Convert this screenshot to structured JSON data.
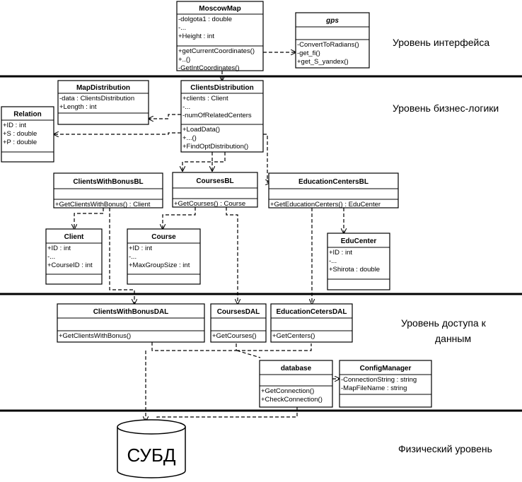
{
  "layers": [
    "Уровень интерфейса",
    "Уровень бизнес-логики",
    "Уровень доступа к",
    "данным",
    "Физический уровень"
  ],
  "dbms": "СУБД",
  "classes": {
    "moscowmap": {
      "title": "MoscowMap",
      "attributes": [
        "-dolgota1 : double",
        "-...",
        "+Height : int"
      ],
      "operations": [
        "+getCurrentCoordinates()",
        "+..()",
        "-GetIntCoordinates()"
      ]
    },
    "gps": {
      "title": "gps",
      "attributes": [],
      "operations": [
        "-ConvertToRadians()",
        "-get_fi()",
        "+get_S_yandex()"
      ]
    },
    "mapdistribution": {
      "title": "MapDistribution",
      "attributes": [
        "-data : ClientsDistribution",
        "+Length : int"
      ],
      "operations": []
    },
    "clientsdistribution": {
      "title": "ClientsDistribution",
      "attributes": [
        "+clients : Client",
        "-...",
        "-numOfRelatedCenters"
      ],
      "operations": [
        "+LoadData()",
        "+...()",
        "+FindOptDistribution()"
      ]
    },
    "relation": {
      "title": "Relation",
      "attributes": [
        "+ID : int",
        "+S : double",
        "+P : double"
      ],
      "operations": []
    },
    "clientswithbonusbl": {
      "title": "ClientsWithBonusBL",
      "attributes": [],
      "operations": [
        "+GetClientsWithBonus() : Client"
      ]
    },
    "coursesbl": {
      "title": "CoursesBL",
      "attributes": [],
      "operations": [
        "+GetCourses() : Course"
      ]
    },
    "educationcentersbl": {
      "title": "EducationCentersBL",
      "attributes": [],
      "operations": [
        "+GetEducationCenters() : EduCenter"
      ]
    },
    "client": {
      "title": "Client",
      "attributes": [
        "+ID : int",
        "-...",
        "+CourseID : int"
      ],
      "operations": []
    },
    "course": {
      "title": "Course",
      "attributes": [
        "+ID : int",
        "-...",
        "+MaxGroupSize : int"
      ],
      "operations": []
    },
    "educenter": {
      "title": "EduCenter",
      "attributes": [
        "+ID : int",
        "-...",
        "+Shirota : double"
      ],
      "operations": []
    },
    "clientswithbonusdal": {
      "title": "ClientsWithBonusDAL",
      "attributes": [],
      "operations": [
        "+GetClientsWithBonus()"
      ]
    },
    "coursesdal": {
      "title": "CoursesDAL",
      "attributes": [],
      "operations": [
        "+GetCourses()"
      ]
    },
    "educationcetersdal": {
      "title": "EducationCetersDAL",
      "attributes": [],
      "operations": [
        "+GetCenters()"
      ]
    },
    "database": {
      "title": "database",
      "attributes": [],
      "operations": [
        "+GetConnection()",
        "+CheckConnection()"
      ]
    },
    "configmanager": {
      "title": "ConfigManager",
      "attributes": [
        "-ConnectionString : string",
        "-MapFileName : string"
      ],
      "operations": []
    }
  }
}
